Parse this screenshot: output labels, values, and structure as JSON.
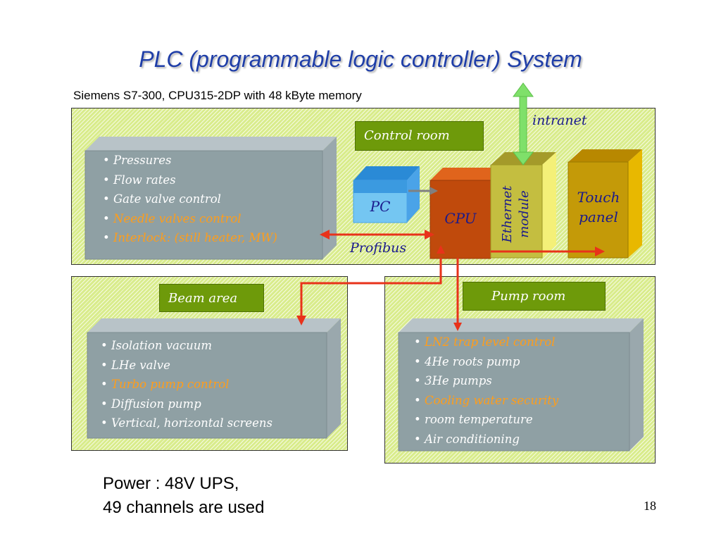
{
  "title": "PLC (programmable logic controller)  System",
  "subtitle": "Siemens S7-300, CPU315-2DP with 48 kByte memory",
  "intranet_label": "intranet",
  "control_room": {
    "label": "Control room",
    "items": [
      {
        "text": "Pressures",
        "highlight": false
      },
      {
        "text": "Flow rates",
        "highlight": false
      },
      {
        "text": "Gate valve control",
        "highlight": false
      },
      {
        "text": "Needle valves control",
        "highlight": true
      },
      {
        "text": "Interlock: (still heater, MW)",
        "highlight": true
      }
    ],
    "pc_label": "PC",
    "cpu_label": "CPU",
    "ethernet_label": "Ethernet module",
    "touch_label": "Touch panel",
    "profibus_label": "Profibus"
  },
  "beam_area": {
    "label": "Beam area",
    "items": [
      {
        "text": "Isolation vacuum",
        "highlight": false
      },
      {
        "text": "LHe valve",
        "highlight": false
      },
      {
        "text": "Turbo pump control",
        "highlight": true
      },
      {
        "text": "Diffusion pump",
        "highlight": false
      },
      {
        "text": "Vertical, horizontal screens",
        "highlight": false
      }
    ]
  },
  "pump_room": {
    "label": "Pump room",
    "items": [
      {
        "text": "LN2 trap level control",
        "highlight": true
      },
      {
        "text": "4He roots pump",
        "highlight": false
      },
      {
        "text": "3He pumps",
        "highlight": false
      },
      {
        "text": "Cooling water security",
        "highlight": true
      },
      {
        "text": "room temperature",
        "highlight": false
      },
      {
        "text": "Air conditioning",
        "highlight": false
      }
    ]
  },
  "footer": {
    "line1": "Power : 48V UPS,",
    "line2": "49 channels are used"
  },
  "page_number": "18",
  "colors": {
    "accent_text": "#ff9d1a",
    "arrow": "#e8321a",
    "intranet_arrow": "#7fe06a",
    "box_green": "#6e9a0a"
  }
}
